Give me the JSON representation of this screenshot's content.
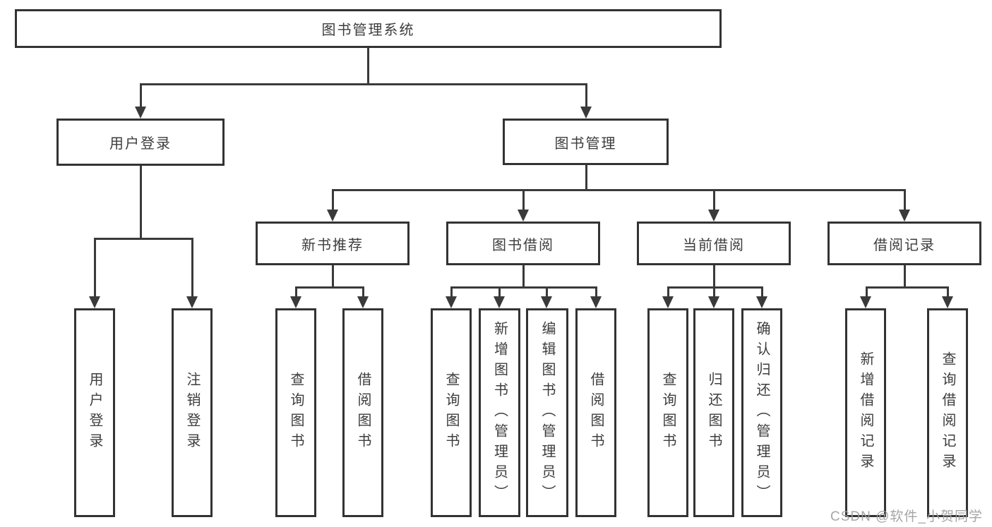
{
  "root": {
    "label": "图书管理系统"
  },
  "level2": {
    "user_login": {
      "label": "用户登录"
    },
    "book_mgmt": {
      "label": "图书管理"
    }
  },
  "level3": {
    "new_books": {
      "label": "新书推荐"
    },
    "book_borrow": {
      "label": "图书借阅"
    },
    "current_borrow": {
      "label": "当前借阅"
    },
    "borrow_records": {
      "label": "借阅记录"
    }
  },
  "leaves": {
    "user_login": [
      "用户登录",
      "注销登录"
    ],
    "new_books": [
      "查询图书",
      "借阅图书"
    ],
    "book_borrow": [
      "查询图书",
      "新增图书（管理员）",
      "编辑图书（管理员）",
      "借阅图书"
    ],
    "current_borrow": [
      "查询图书",
      "归还图书",
      "确认归还（管理员）"
    ],
    "borrow_records": [
      "新增借阅记录",
      "查询借阅记录"
    ]
  },
  "watermark": "CSDN @软件_小贺同学",
  "colors": {
    "line": "#3a3a3a",
    "box_border": "#333333",
    "text": "#3d3d3d",
    "watermark": "#9e9e9e",
    "background": "#ffffff"
  }
}
